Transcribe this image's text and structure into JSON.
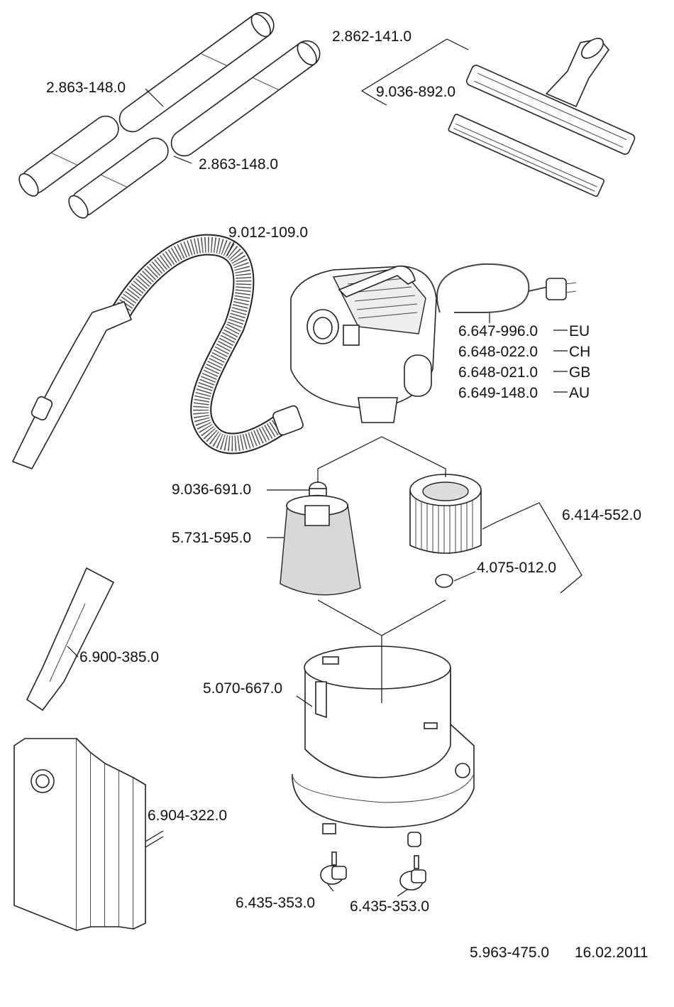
{
  "parts": {
    "floor_nozzle": "2.862-141.0",
    "nozzle_insert": "9.036-892.0",
    "tube_upper": "2.863-148.0",
    "tube_lower": "2.863-148.0",
    "suction_hose": "9.012-109.0",
    "motor_eu": "6.647-996.0",
    "motor_ch": "6.648-022.0",
    "motor_gb": "6.648-021.0",
    "motor_au": "6.649-148.0",
    "float_valve": "9.036-691.0",
    "filter_bag": "5.731-595.0",
    "cartridge_filter": "6.414-552.0",
    "filter_nut": "4.075-012.0",
    "crevice_nozzle": "6.900-385.0",
    "container": "5.070-667.0",
    "filter_bags_set": "6.904-322.0",
    "caster_left": "6.435-353.0",
    "caster_right": "6.435-353.0"
  },
  "variants": {
    "eu_suffix": "EU",
    "ch_suffix": "CH",
    "gb_suffix": "GB",
    "au_suffix": "AU"
  },
  "footer": {
    "doc_number": "5.963-475.0",
    "date": "16.02.2011"
  }
}
